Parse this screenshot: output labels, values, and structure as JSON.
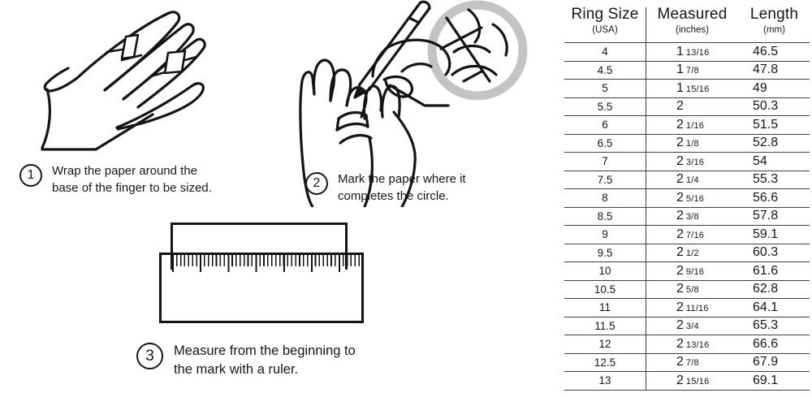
{
  "steps": [
    {
      "number": "1",
      "line1": "Wrap the paper around the",
      "line2": "base of the finger to be sized."
    },
    {
      "number": "2",
      "line1": "Mark the paper where it",
      "line2": "completes the circle."
    },
    {
      "number": "3",
      "line1": "Measure from the beginning to",
      "line2": "the mark with a ruler."
    }
  ],
  "table": {
    "columns": [
      {
        "label": "Ring Size",
        "sub": "(USA)"
      },
      {
        "label": "Measured",
        "sub": "(inches)"
      },
      {
        "label": "Length",
        "sub": "(mm)"
      }
    ],
    "rows": [
      {
        "size": "4",
        "whole": "1",
        "fraction": "13/16",
        "mm": "46.5"
      },
      {
        "size": "4.5",
        "whole": "1",
        "fraction": "7/8",
        "mm": "47.8"
      },
      {
        "size": "5",
        "whole": "1",
        "fraction": "15/16",
        "mm": "49"
      },
      {
        "size": "5.5",
        "whole": "2",
        "fraction": "",
        "mm": "50.3"
      },
      {
        "size": "6",
        "whole": "2",
        "fraction": "1/16",
        "mm": "51.5"
      },
      {
        "size": "6.5",
        "whole": "2",
        "fraction": "1/8",
        "mm": "52.8"
      },
      {
        "size": "7",
        "whole": "2",
        "fraction": "3/16",
        "mm": "54"
      },
      {
        "size": "7.5",
        "whole": "2",
        "fraction": "1/4",
        "mm": "55.3"
      },
      {
        "size": "8",
        "whole": "2",
        "fraction": "5/16",
        "mm": "56.6"
      },
      {
        "size": "8.5",
        "whole": "2",
        "fraction": "3/8",
        "mm": "57.8"
      },
      {
        "size": "9",
        "whole": "2",
        "fraction": "7/16",
        "mm": "59.1"
      },
      {
        "size": "9.5",
        "whole": "2",
        "fraction": "1/2",
        "mm": "60.3"
      },
      {
        "size": "10",
        "whole": "2",
        "fraction": "9/16",
        "mm": "61.6"
      },
      {
        "size": "10.5",
        "whole": "2",
        "fraction": "5/8",
        "mm": "62.8"
      },
      {
        "size": "11",
        "whole": "2",
        "fraction": "11/16",
        "mm": "64.1"
      },
      {
        "size": "11.5",
        "whole": "2",
        "fraction": "3/4",
        "mm": "65.3"
      },
      {
        "size": "12",
        "whole": "2",
        "fraction": "13/16",
        "mm": "66.6"
      },
      {
        "size": "12.5",
        "whole": "2",
        "fraction": "7/8",
        "mm": "67.9"
      },
      {
        "size": "13",
        "whole": "2",
        "fraction": "15/16",
        "mm": "69.1"
      }
    ]
  },
  "illustrations": {
    "step1": "hand-with-paper-wrapped-around-finger",
    "step2": "hands-marking-paper-with-pencil",
    "step2_inset": "magnified-finger-close-up",
    "step3": "paper-strip-on-ruler"
  },
  "colors": {
    "line": "#141414",
    "table_rule": "#3f3f3f",
    "magnifier_ring": "#c3c3c3",
    "background": "#ffffff"
  }
}
